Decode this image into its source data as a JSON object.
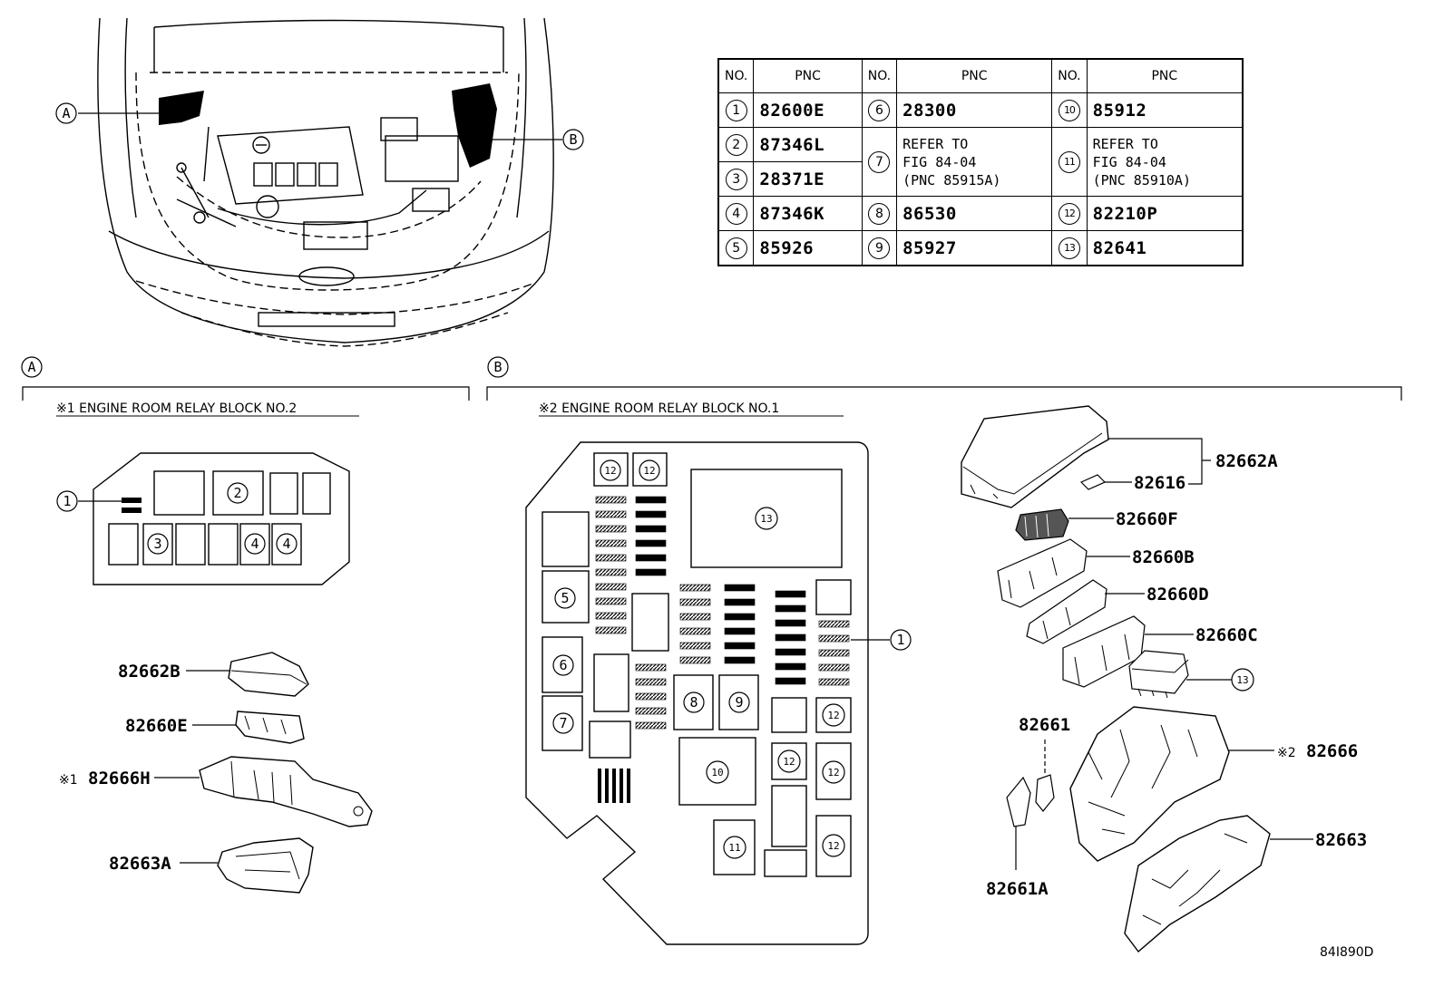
{
  "table": {
    "headers": [
      "NO.",
      "PNC",
      "NO.",
      "PNC",
      "NO.",
      "PNC"
    ],
    "rows": [
      {
        "no1": "1",
        "pnc1": "82600E",
        "no2": "6",
        "pnc2": "28300",
        "no3": "10",
        "pnc3": "85912"
      },
      {
        "no1": "2",
        "pnc1": "87346L",
        "no2": "7",
        "pnc2": "REFER TO\nFIG 84-04\n(PNC 85915A)",
        "no3": "11",
        "pnc3": "REFER TO\nFIG 84-04\n(PNC 85910A)"
      },
      {
        "no1": "3",
        "pnc1": "28371E"
      },
      {
        "no1": "4",
        "pnc1": "87346K",
        "no2": "8",
        "pnc2": "86530",
        "no3": "12",
        "pnc3": "82210P"
      },
      {
        "no1": "5",
        "pnc1": "85926",
        "no2": "9",
        "pnc2": "85927",
        "no3": "13",
        "pnc3": "82641"
      }
    ]
  },
  "overview": {
    "callout_a": "A",
    "callout_b": "B"
  },
  "section_a": {
    "marker": "A",
    "title": "※1 ENGINE ROOM RELAY BLOCK NO.2",
    "block_labels": {
      "c1": "1",
      "c2": "2",
      "c3": "3",
      "c4a": "4",
      "c4b": "4"
    },
    "parts": {
      "p1": "82662B",
      "p2": "82660E",
      "p3_mark": "※1",
      "p3": "82666H",
      "p4": "82663A"
    }
  },
  "section_b": {
    "marker": "B",
    "title": "※2 ENGINE ROOM RELAY BLOCK NO.1",
    "block_labels": {
      "c12a": "12",
      "c12b": "12",
      "c13": "13",
      "c5": "5",
      "c6": "6",
      "c7": "7",
      "c8": "8",
      "c9": "9",
      "c10": "10",
      "c11": "11",
      "c12c": "12",
      "c12d": "12",
      "c12e": "12",
      "c12f": "12",
      "c1": "1"
    },
    "parts": {
      "p1": "82662A",
      "p2": "82616",
      "p3": "82660F",
      "p4": "82660B",
      "p5": "82660D",
      "p6": "82660C",
      "p7": "13",
      "p8": "82661",
      "p9_mark": "※2",
      "p9": "82666",
      "p10": "82663",
      "p11": "82661A"
    }
  },
  "figure_code": "84I890D"
}
